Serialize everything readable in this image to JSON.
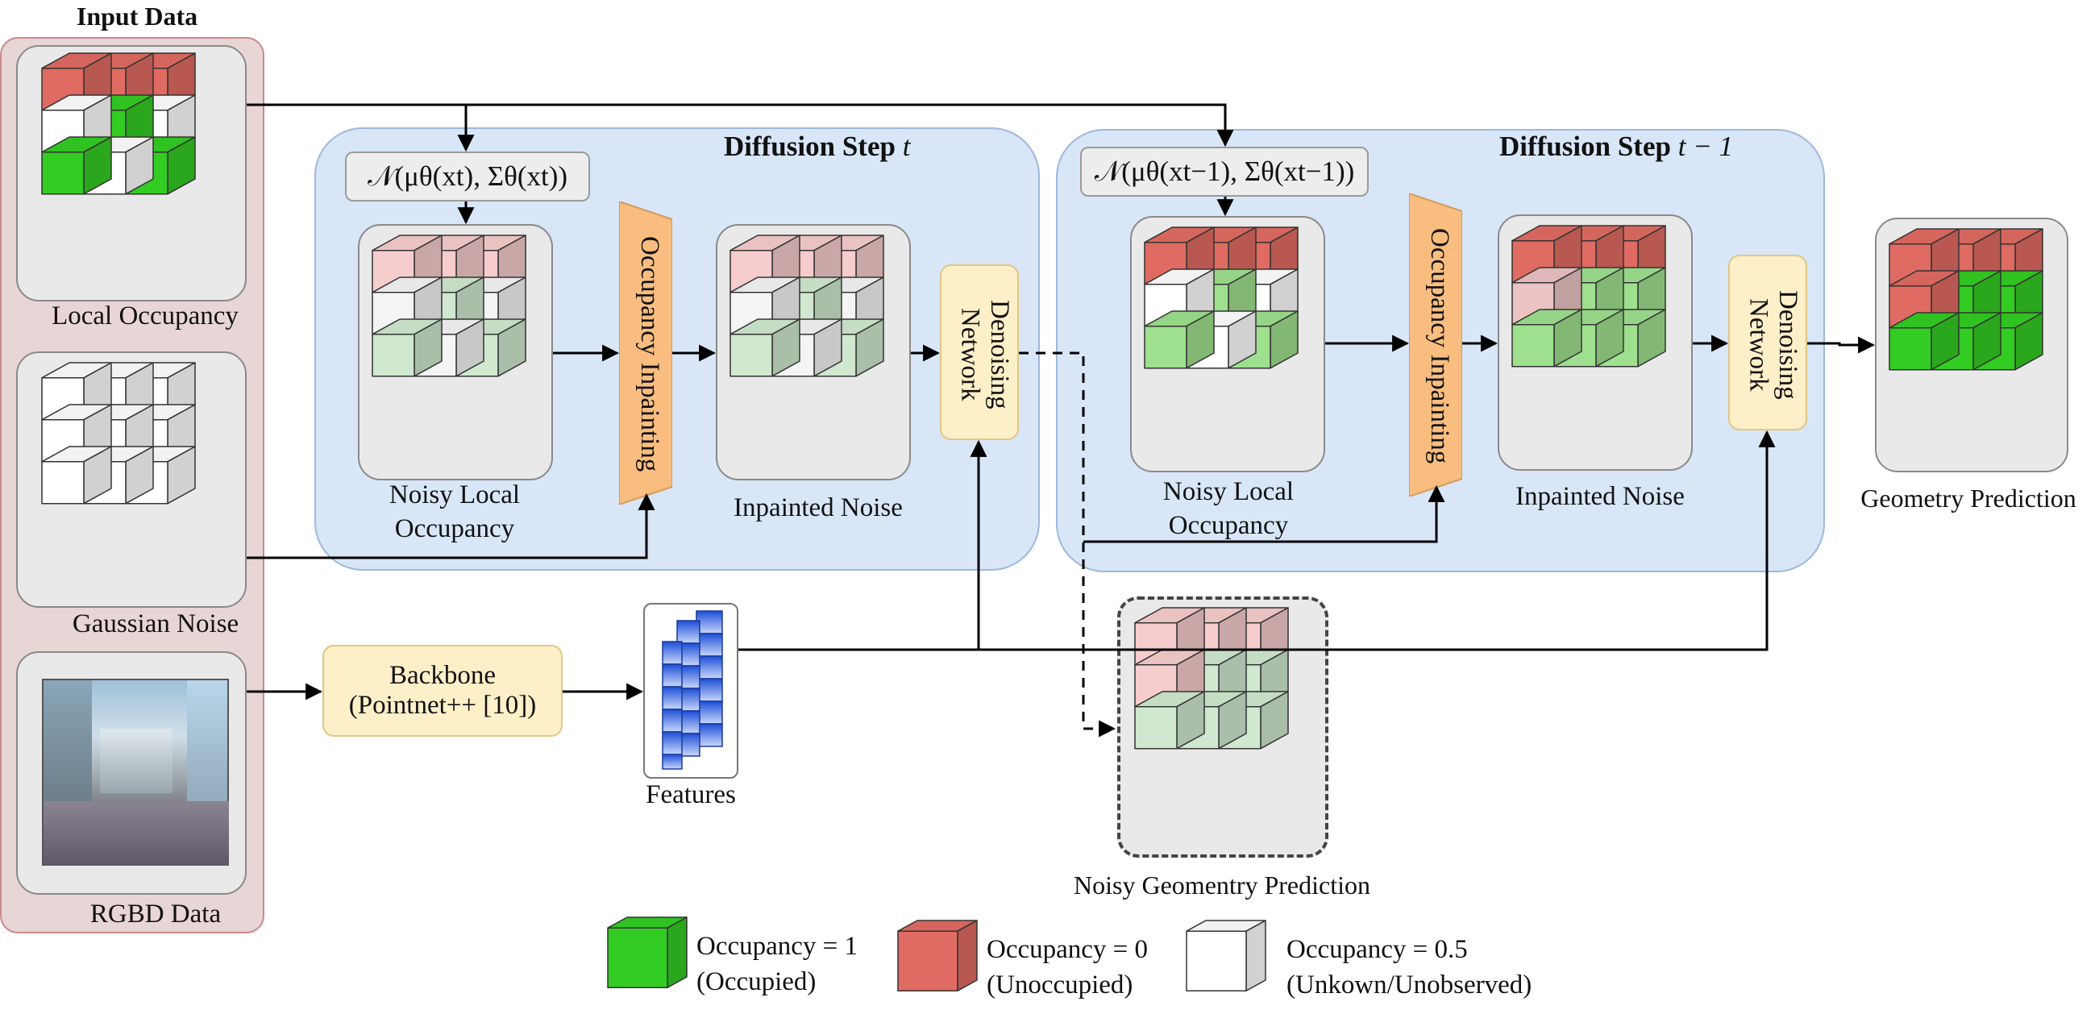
{
  "input_data": {
    "title": "Input Data",
    "local_occupancy_label": "Local Occupancy",
    "gaussian_noise_label": "Gaussian Noise",
    "rgbd_label": "RGBD Data"
  },
  "step_t": {
    "title_prefix": "Diffusion Step ",
    "title_var": "t",
    "formula": "𝒩(μθ(xt), Σθ(xt))",
    "noisy_label_line1": "Noisy Local",
    "noisy_label_line2": "Occupancy",
    "inpainting": "Occupancy Inpainting",
    "inpainted_label": "Inpainted Noise",
    "denoise_line1": "Denoising",
    "denoise_line2": "Network"
  },
  "step_t1": {
    "title_prefix": "Diffusion Step ",
    "title_var": "t − 1",
    "formula": "𝒩(μθ(xt−1), Σθ(xt−1))",
    "noisy_label_line1": "Noisy Local",
    "noisy_label_line2": "Occupancy",
    "inpainting": "Occupancy Inpainting",
    "inpainted_label": "Inpainted Noise",
    "denoise_line1": "Denoising",
    "denoise_line2": "Network"
  },
  "backbone": {
    "line1": "Backbone",
    "line2": "(Pointnet++ [10])"
  },
  "features_label": "Features",
  "noisy_geometry_label": "Noisy Geomentry Prediction",
  "geometry_prediction_label": "Geometry Prediction",
  "legend": [
    {
      "line1": "Occupancy = 1",
      "line2": "(Occupied)",
      "color": "#33cc22"
    },
    {
      "line1": "Occupancy = 0",
      "line2": "(Unoccupied)",
      "color": "#e06b62"
    },
    {
      "line1": "Occupancy = 0.5",
      "line2": "(Unkown/Unobserved)",
      "color": "#ffffff"
    }
  ],
  "colors": {
    "occupied": "#33cc22",
    "unoccupied": "#e06b62",
    "unknown": "#ffffff",
    "noisy_occupied": "#cfe8cf",
    "noisy_unoccupied": "#f6cccc",
    "noisy_unknown": "#f4f4f4",
    "mid_occupied": "#9ee08e",
    "mid_unoccupied": "#ebc3c3",
    "input_bg": "#e8d5d5",
    "input_border": "#c98a8a",
    "diffusion_bg": "#d8e6f8",
    "diffusion_border": "#9db8dc",
    "inpaint_fill": "#f8bd7f",
    "feature_blue": "#3b6fe0"
  },
  "grids": {
    "local_occupancy": [
      [
        "U",
        "U",
        "U"
      ],
      [
        "K",
        "O",
        "K"
      ],
      [
        "O",
        "K",
        "O"
      ]
    ],
    "gaussian_noise": [
      [
        "K",
        "K",
        "K"
      ],
      [
        "K",
        "K",
        "K"
      ],
      [
        "K",
        "K",
        "K"
      ]
    ],
    "noisy_t": [
      [
        "nU",
        "nU",
        "nU"
      ],
      [
        "nK",
        "nO",
        "nK"
      ],
      [
        "nO",
        "nK",
        "nO"
      ]
    ],
    "inpainted_t": [
      [
        "nU",
        "nU",
        "nU"
      ],
      [
        "nK",
        "nO",
        "nK"
      ],
      [
        "nO",
        "nK",
        "nO"
      ]
    ],
    "noisy_t1": [
      [
        "U",
        "U",
        "U"
      ],
      [
        "K",
        "mO",
        "K"
      ],
      [
        "mO",
        "K",
        "mO"
      ]
    ],
    "inpainted_t1": [
      [
        "U",
        "U",
        "U"
      ],
      [
        "mU",
        "mO",
        "mO"
      ],
      [
        "mO",
        "mO",
        "mO"
      ]
    ],
    "noisy_geometry": [
      [
        "nU",
        "nU",
        "nU"
      ],
      [
        "nU",
        "nO",
        "nO"
      ],
      [
        "nO",
        "nO",
        "nO"
      ]
    ],
    "geometry_prediction": [
      [
        "U",
        "U",
        "U"
      ],
      [
        "U",
        "O",
        "O"
      ],
      [
        "O",
        "O",
        "O"
      ]
    ]
  }
}
